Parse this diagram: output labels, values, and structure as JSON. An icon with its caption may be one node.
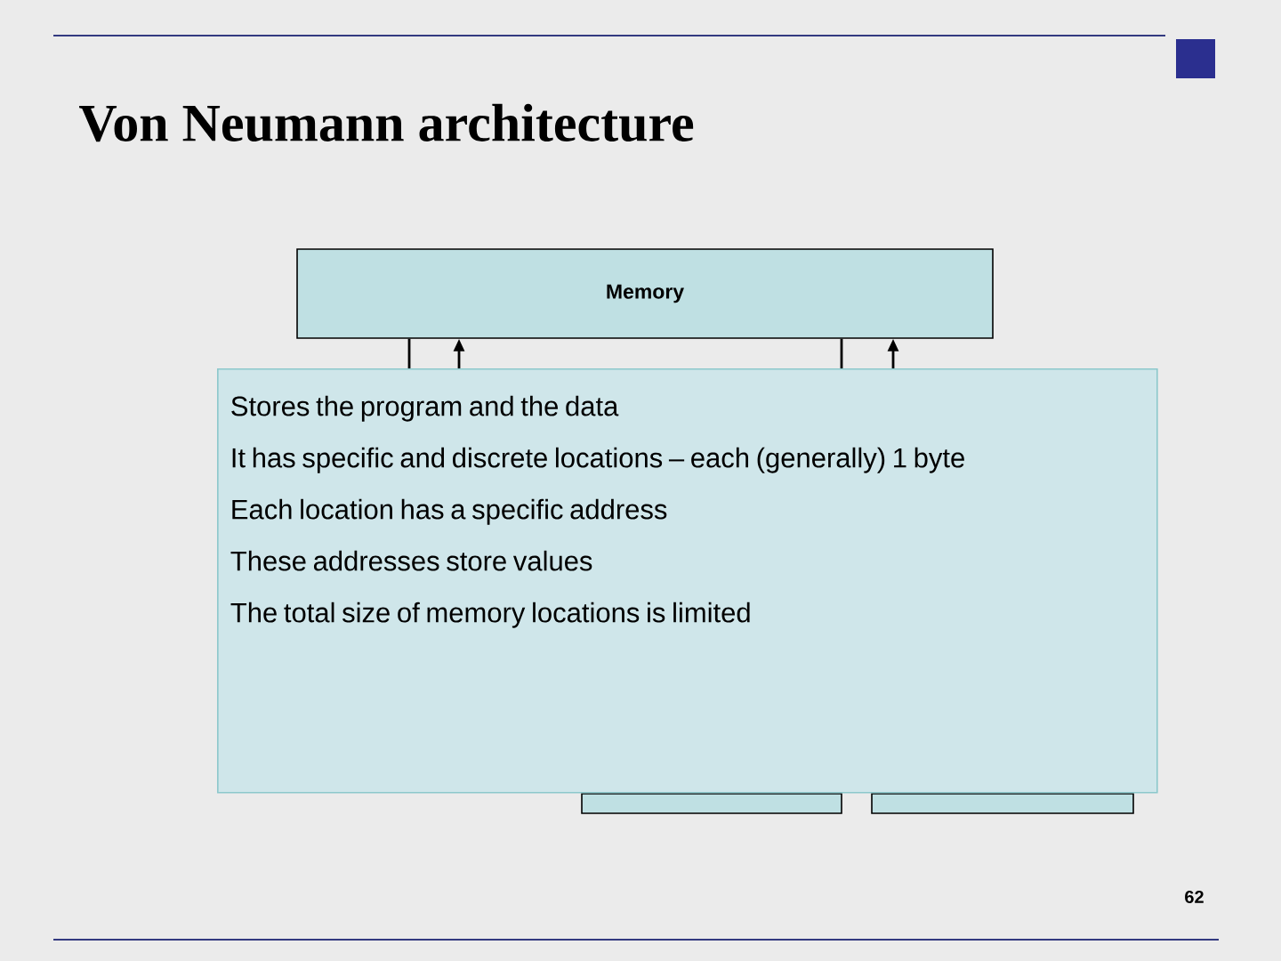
{
  "diagram": {
    "title": "Von Neumann architecture",
    "nodes": [
      {
        "text": [
          "Memory"
        ]
      },
      {
        "text": [
          "Stores the program and the data",
          "It has specific and discrete locations – each (generally) 1 byte",
          "Each location has a specific address",
          "These addresses store values",
          "The total size of memory locations is limited"
        ]
      },
      {
        "text": [],
        "shape": "box"
      },
      {
        "text": [],
        "shape": "box"
      }
    ],
    "edges": [
      {
        "from": 0,
        "to": 1,
        "arrow": "none"
      },
      {
        "from": 1,
        "to": 0,
        "arrow": "to"
      },
      {
        "from": 0,
        "to": 1,
        "arrow": "none"
      },
      {
        "from": 1,
        "to": 0,
        "arrow": "to"
      }
    ],
    "labels": [
      "62"
    ]
  }
}
